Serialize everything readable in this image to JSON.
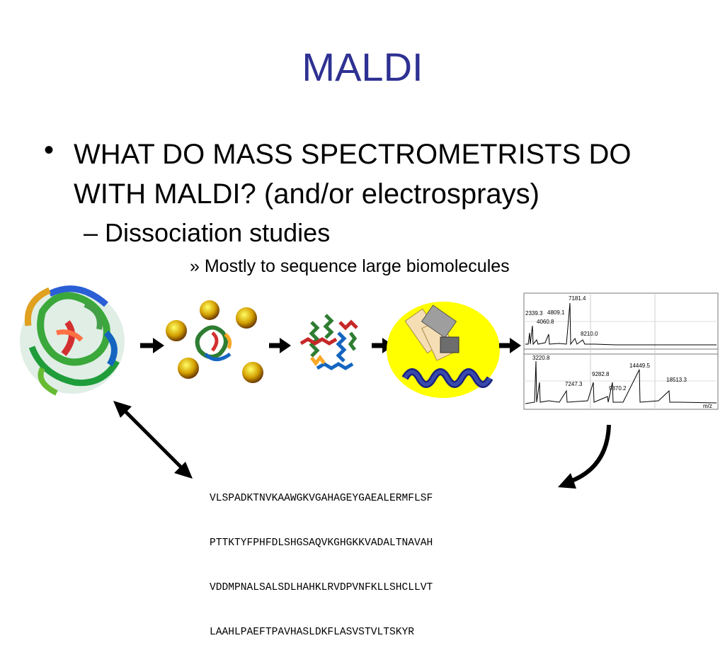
{
  "slide": {
    "title": "MALDI",
    "bullet": "WHAT DO MASS SPECTROMETRISTS DO WITH MALDI? (and/or electrosprays)",
    "sub_bullet": "Dissociation studies",
    "sub_sub_bullet": "Mostly to sequence large biomolecules",
    "bullet_marker": "•",
    "sub_marker": "–",
    "sub_sub_marker": "»"
  },
  "sequence": {
    "lines": [
      "VLSPADKTNVKAAWGKVGAHAGEYGAEALERMFLSF",
      "PTTKTYFPHFDLSHGSAQVKGHGKKVADALTNAVAH",
      "VDDMPNALSALSDLHAHKLRVDPVNFKLLSHCLLVT",
      "LAAHLPAEFTPAVHASLDKFLASVSTVLTSKYR"
    ]
  },
  "spectrum": {
    "top_peaks": [
      "7181.4",
      "2339.3",
      "4809.1",
      "4060.8",
      "8210.0"
    ],
    "bottom_peaks": [
      "3220.8",
      "14449.5",
      "9282.8",
      "18513.3",
      "7247.3",
      "9870.2"
    ],
    "axis_label": "m/z"
  },
  "colors": {
    "title": "#2e3192",
    "highlight_circle": "#ffff00"
  }
}
